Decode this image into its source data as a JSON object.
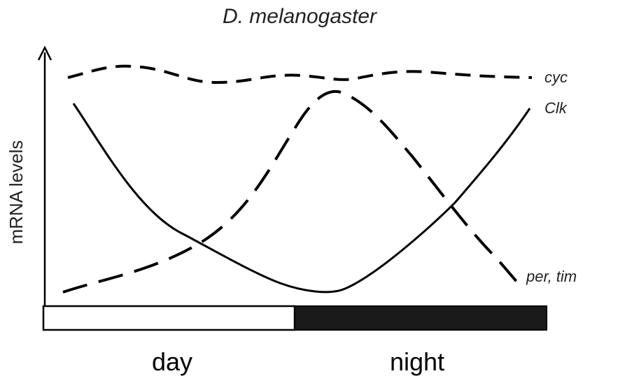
{
  "figure": {
    "title": "D. melanogaster",
    "y_axis_label": "mRNA levels",
    "series": [
      {
        "key": "cyc",
        "label": "cyc",
        "style": "dashed-short"
      },
      {
        "key": "clk",
        "label": "Clk",
        "style": "solid"
      },
      {
        "key": "per_tim",
        "label": "per, tim",
        "style": "dashed-long"
      }
    ],
    "periods": [
      {
        "key": "day",
        "label": "day",
        "fill": "#ffffff"
      },
      {
        "key": "night",
        "label": "night",
        "fill": "#1a1a1a"
      }
    ],
    "colors": {
      "line": "#000000",
      "night_bar": "#1a1a1a",
      "day_bar": "#ffffff"
    }
  }
}
